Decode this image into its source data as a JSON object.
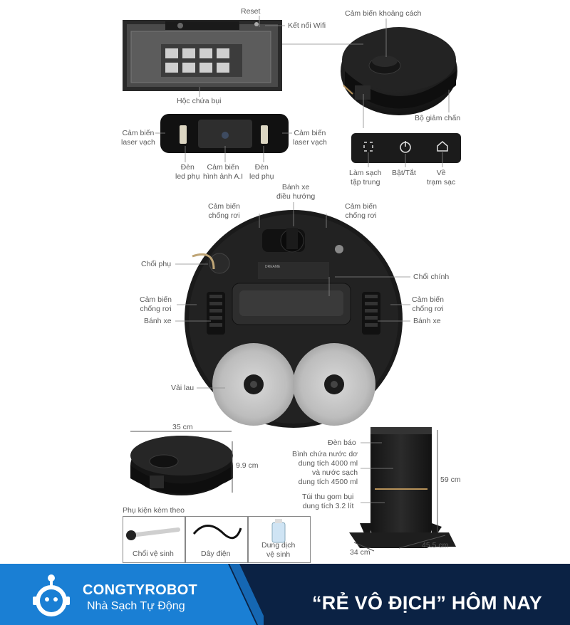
{
  "labels": {
    "reset": "Reset",
    "wifi": "Kết nối Wifi",
    "distance_sensor": "Cảm biến khoảng cách",
    "dust_box": "Hộc chứa bụi",
    "bumper": "Bộ giảm chấn",
    "laser_left": [
      "Cảm biến",
      "laser vạch"
    ],
    "laser_right": [
      "Cảm biến",
      "laser vạch"
    ],
    "led_left": [
      "Đèn",
      "led phụ"
    ],
    "ai_camera": [
      "Cảm biến",
      "hình ảnh A.I"
    ],
    "led_right": [
      "Đèn",
      "led phụ"
    ],
    "spot_clean": [
      "Làm sạch",
      "tập trung"
    ],
    "power": "Bật/Tắt",
    "dock": [
      "Về",
      "trạm sạc"
    ],
    "nav_wheel": [
      "Bánh xe",
      "điều hướng"
    ],
    "cliff_tl": [
      "Cảm biến",
      "chống rơi"
    ],
    "cliff_tr": [
      "Cảm biến",
      "chống rơi"
    ],
    "side_brush": "Chổi phụ",
    "main_brush": "Chổi chính",
    "cliff_ml": [
      "Cảm biến",
      "chống rơi"
    ],
    "cliff_mr": [
      "Cảm biến",
      "chống rơi"
    ],
    "wheel_left": "Bánh xe",
    "wheel_right": "Bánh xe",
    "mop": "Vải lau",
    "width": "35 cm",
    "height": "9.9 cm",
    "station_light": "Đèn báo",
    "water_tank": [
      "Bình chứa nước dơ",
      "dung tích 4000 ml",
      "và nước sạch",
      "dung tích 4500 ml"
    ],
    "dust_bag": [
      "Túi thu gom bụi",
      "dung tích 3.2 lít"
    ],
    "station_height": "59 cm",
    "station_width": "34 cm",
    "station_depth": "45.5 cm",
    "accessories_title": "Phụ kiện kèm theo",
    "acc_brush": "Chổi vệ sinh",
    "acc_cable": "Dây điện",
    "acc_solution": [
      "Dung dịch",
      "vệ sinh"
    ]
  },
  "footer": {
    "brand": "CONGTYROBOT",
    "tagline": "Nhà Sạch Tự Động",
    "slogan": "“RẺ VÔ ĐỊCH” HÔM NAY"
  },
  "colors": {
    "brand_blue": "#1a7fd4",
    "navy": "#0b2244",
    "robot_black": "#1c1c1c",
    "bronze": "#b8935a"
  }
}
